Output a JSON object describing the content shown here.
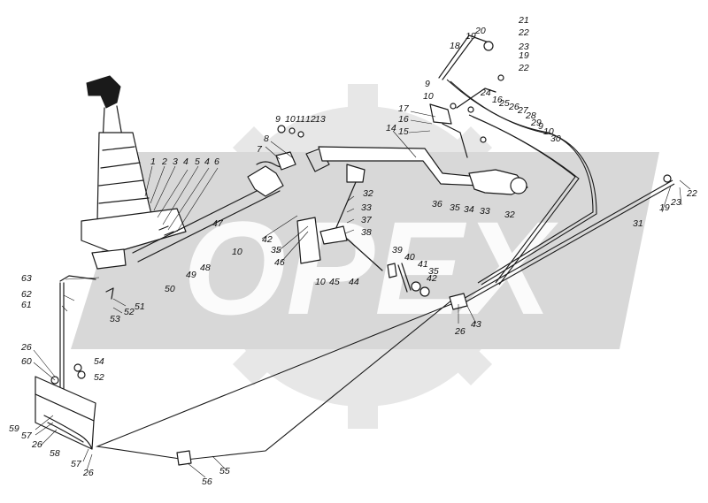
{
  "title": "Gear shift control mechanism — exploded assembly view",
  "watermark": {
    "text": "OPEX",
    "color": "#e7e7e7"
  },
  "colors": {
    "ink": "#1a1a1a",
    "background": "#ffffff"
  },
  "labels": {
    "l1": "1",
    "l2": "2",
    "l3": "3",
    "l4a": "4",
    "l5": "5",
    "l4b": "4",
    "l6": "6",
    "l7": "7",
    "l8": "8",
    "l9a": "9",
    "l10a": "10",
    "l11": "11",
    "l12": "12",
    "l13": "13",
    "l14": "14",
    "l15": "15",
    "l16": "16",
    "l17": "17",
    "l9b": "9",
    "l10b": "10",
    "l18": "18",
    "l19a": "19",
    "l20": "20",
    "l21": "21",
    "l22a": "22",
    "l23a": "23",
    "l19b": "19",
    "l22b": "22",
    "l24": "24",
    "l16b": "16",
    "l25": "25",
    "l26a": "26",
    "l27": "27",
    "l28": "28",
    "l29": "29",
    "l9c": "9",
    "l10c": "10",
    "l30": "30",
    "l22c": "22",
    "l19c": "19",
    "l23b": "23",
    "l31": "31",
    "l32a": "32",
    "l32b": "32",
    "l33a": "33",
    "l33b": "33",
    "l34": "34",
    "l35a": "35",
    "l36": "36",
    "l37": "37",
    "l38": "38",
    "l42a": "42",
    "l35b": "35",
    "l46": "46",
    "l10d": "10",
    "l45": "45",
    "l44": "44",
    "l39": "39",
    "l40": "40",
    "l41": "41",
    "l35c": "35",
    "l42b": "42",
    "l47": "47",
    "l10e": "10",
    "l48": "48",
    "l49": "49",
    "l50": "50",
    "l63": "63",
    "l62": "62",
    "l61": "61",
    "l51": "51",
    "l52a": "52",
    "l53": "53",
    "l26b": "26",
    "l43": "43",
    "l26c": "26",
    "l60": "60",
    "l54": "54",
    "l52b": "52",
    "l59": "59",
    "l57a": "57",
    "l26d": "26",
    "l58": "58",
    "l57b": "57",
    "l26e": "26",
    "l56": "56",
    "l55": "55"
  }
}
